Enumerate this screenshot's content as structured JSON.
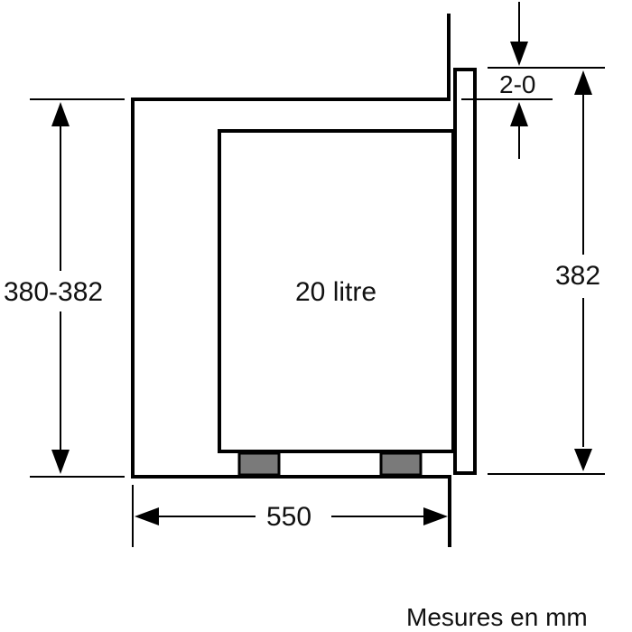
{
  "diagram": {
    "type": "built-in appliance installation dimension drawing",
    "labels": {
      "capacity": "20 litre",
      "cabinet_height": "380-382",
      "appliance_height": "382",
      "gap": "2-0",
      "depth": "550",
      "units_note": "Mesures en mm"
    },
    "colors": {
      "line": "#000000",
      "foot_fill": "#7a7a7a",
      "background": "#ffffff"
    }
  }
}
